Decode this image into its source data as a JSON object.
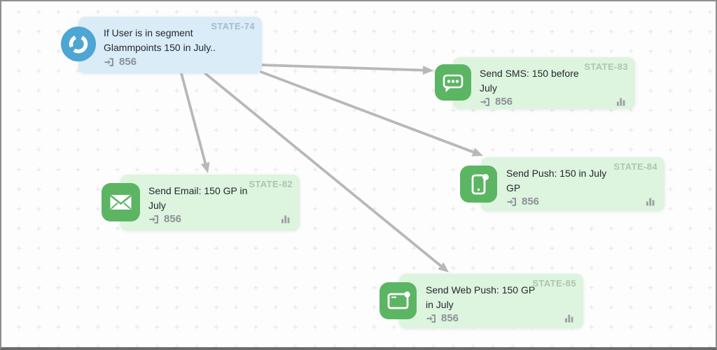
{
  "canvas": {
    "name": "journey-flow-canvas"
  },
  "colors": {
    "canvas_bg": "#fdfdfd",
    "grid": "#e9e9e9",
    "arrow": "#b8b8b8",
    "segment_card_bg": "#d9ecf8",
    "segment_icon_bg": "#4da6d4",
    "action_card_bg": "#ddf4de",
    "action_icon_bg": "#5cb563",
    "state_label_on_blue": "#a5bccb",
    "state_label_on_green": "#afc3b2",
    "title_text": "#24292e",
    "count_text": "#8b9196"
  },
  "nodes": [
    {
      "id": "state-74",
      "type": "segment-trigger",
      "state_label": "STATE-74",
      "title_lines": [
        "If User is in segment",
        "Glammpoints 150 in July.."
      ],
      "entry_count": "856",
      "icon": "segment-donut-icon",
      "has_stats_icon": false
    },
    {
      "id": "state-83",
      "type": "send-sms",
      "state_label": "STATE-83",
      "title_lines": [
        "Send SMS: 150 before",
        "July"
      ],
      "entry_count": "856",
      "icon": "sms-bubble-icon",
      "has_stats_icon": true
    },
    {
      "id": "state-84",
      "type": "send-push",
      "state_label": "STATE-84",
      "title_lines": [
        "Send Push: 150 in July",
        "GP"
      ],
      "entry_count": "856",
      "icon": "mobile-push-icon",
      "has_stats_icon": true
    },
    {
      "id": "state-82",
      "type": "send-email",
      "state_label": "STATE-82",
      "title_lines": [
        "Send Email: 150 GP in",
        "July"
      ],
      "entry_count": "856",
      "icon": "email-envelope-icon",
      "has_stats_icon": true
    },
    {
      "id": "state-85",
      "type": "send-web-push",
      "state_label": "STATE-85",
      "title_lines": [
        "Send Web Push: 150 GP",
        "in July"
      ],
      "entry_count": "856",
      "icon": "web-push-icon",
      "has_stats_icon": true
    }
  ],
  "edges": [
    {
      "from": "state-74",
      "to": "state-83"
    },
    {
      "from": "state-74",
      "to": "state-84"
    },
    {
      "from": "state-74",
      "to": "state-82"
    },
    {
      "from": "state-74",
      "to": "state-85"
    }
  ]
}
